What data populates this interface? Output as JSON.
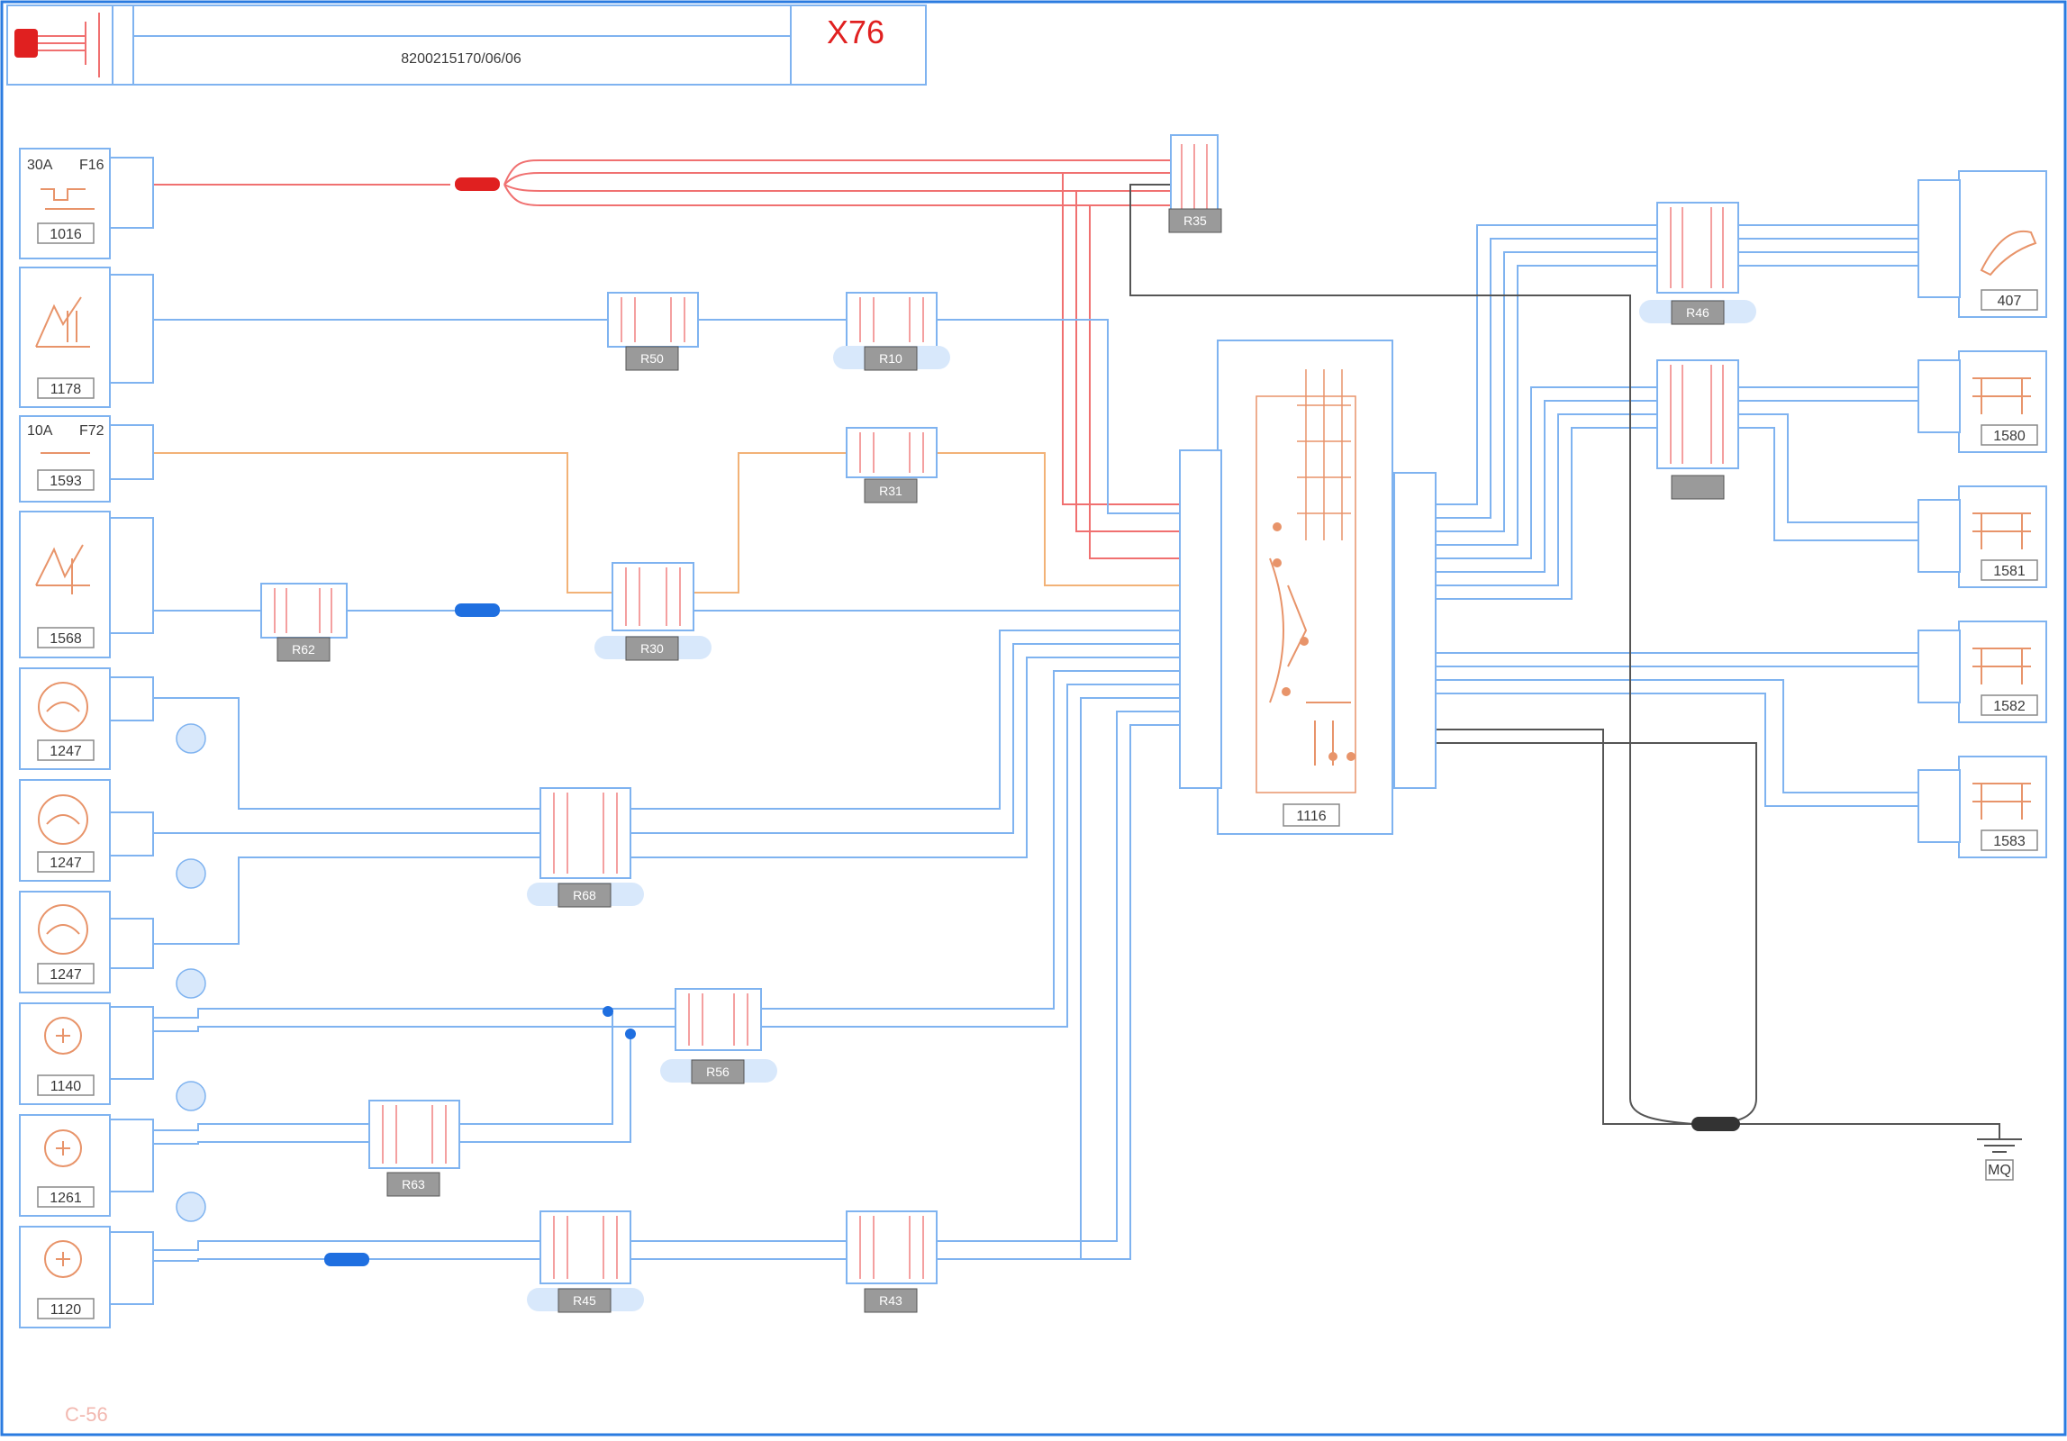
{
  "title_block": {
    "vehicle_code": "X76",
    "subtitle": "",
    "diagram_ref": "8200215170/06/06"
  },
  "footer": {
    "page_ref": "C-56"
  },
  "colors": {
    "frame": "#2a7be0",
    "wire_power": "#f07070",
    "wire_signal": "#7fb3f0",
    "wire_orange": "#f2b277",
    "wire_ground": "#555555",
    "splice_red": "#e02020",
    "splice_blue": "#1f6fe0",
    "symbol": "#e8946a",
    "title_red": "#e02020"
  },
  "left_components": [
    {
      "code": "1016",
      "corner_left": "30A",
      "corner_right": "F16"
    },
    {
      "code": "1178",
      "corner_left": "",
      "corner_right": ""
    },
    {
      "code": "1593",
      "corner_left": "10A",
      "corner_right": "F72"
    },
    {
      "code": "1568",
      "corner_left": "",
      "corner_right": ""
    },
    {
      "code": "1247",
      "corner_left": "",
      "corner_right": ""
    },
    {
      "code": "1247",
      "corner_left": "",
      "corner_right": ""
    },
    {
      "code": "1247",
      "corner_left": "",
      "corner_right": ""
    },
    {
      "code": "1140",
      "corner_left": "",
      "corner_right": ""
    },
    {
      "code": "1261",
      "corner_left": "",
      "corner_right": ""
    },
    {
      "code": "1120",
      "corner_left": "",
      "corner_right": ""
    }
  ],
  "connectors": [
    {
      "code": "R35"
    },
    {
      "code": "R50"
    },
    {
      "code": "R10"
    },
    {
      "code": "R31"
    },
    {
      "code": "R62"
    },
    {
      "code": "R30"
    },
    {
      "code": "R68"
    },
    {
      "code": "R56"
    },
    {
      "code": "R63"
    },
    {
      "code": "R45"
    },
    {
      "code": "R43"
    },
    {
      "code": "R46"
    }
  ],
  "central_unit": {
    "code": "1116"
  },
  "right_components": [
    {
      "code": "407"
    },
    {
      "code": "1580"
    },
    {
      "code": "1581"
    },
    {
      "code": "1582"
    },
    {
      "code": "1583"
    }
  ],
  "ground": {
    "code": "MQ"
  }
}
